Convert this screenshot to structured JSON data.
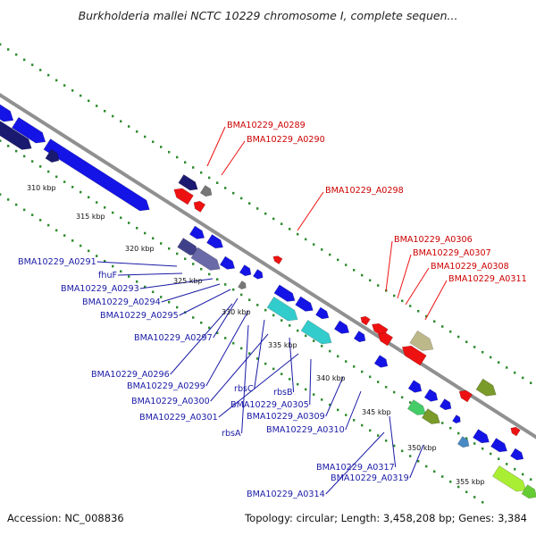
{
  "title": "Burkholderia mallei NCTC 10229 chromosome I, complete sequen...",
  "accession": "Accession: NC_008836",
  "summary": "Topology: circular; Length: 3,458,208 bp; Genes: 3,384",
  "colors": {
    "backbone": "#909090",
    "tick_dots": "#2e8b2e",
    "label_red": "#cc0000",
    "label_blue": "#1a1aa6",
    "cds_blue": "#1414e6",
    "cds_navy": "#1a1a70",
    "cds_purple": "#4a4a8c",
    "cds_cyan": "#33cccc",
    "cds_red": "#ee1111",
    "cds_olive": "#7a9a2a",
    "cds_tan": "#bcb88a",
    "cds_lime": "#aaee33"
  },
  "tick_labels": [
    "310 kbp",
    "315 kbp",
    "320 kbp",
    "325 kbp",
    "330 kbp",
    "335 kbp",
    "340 kbp",
    "345 kbp",
    "350 kbp",
    "355 kbp"
  ],
  "labels_red": [
    "BMA10229_A0289",
    "BMA10229_A0290",
    "BMA10229_A0298",
    "BMA10229_A0306",
    "BMA10229_A0307",
    "BMA10229_A0308",
    "BMA10229_A0311"
  ],
  "labels_blue": [
    "BMA10229_A0291",
    "fhuF",
    "BMA10229_A0293",
    "BMA10229_A0294",
    "BMA10229_A0295",
    "BMA10229_A0297",
    "BMA10229_A0296",
    "BMA10229_A0299",
    "rbsC",
    "BMA10229_A0300",
    "rbsB",
    "BMA10229_A0305",
    "BMA10229_A0301",
    "BMA10229_A0309",
    "rbsA",
    "BMA10229_A0310",
    "BMA10229_A0317",
    "BMA10229_A0319",
    "BMA10229_A0314"
  ]
}
